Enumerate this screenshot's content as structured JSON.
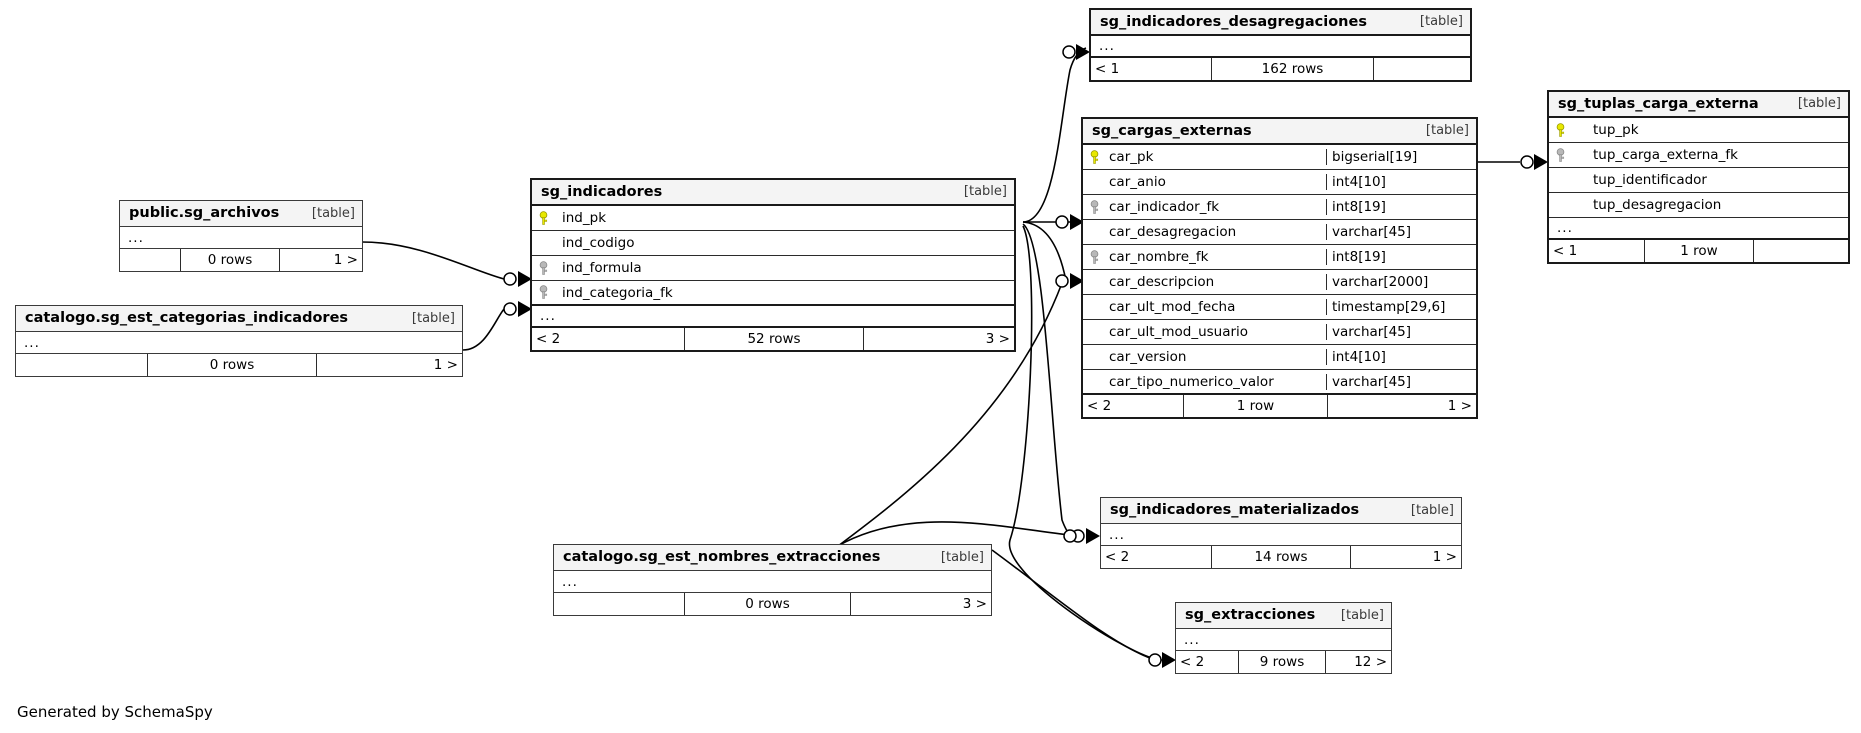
{
  "diagram": {
    "credit": "Generated by SchemaSpy",
    "table_tag": "[table]",
    "ellipsis": "...",
    "colors": {
      "pk_key": "#e8e800",
      "fk_key": "#b0b0b0",
      "header_bg": "#f4f4f4",
      "border": "#1a1a1a"
    }
  },
  "tables": {
    "sg_indicadores_desagregaciones": {
      "title": "sg_indicadores_desagregaciones",
      "tag": "[table]",
      "ellipsis": "...",
      "footer": {
        "left": "< 1",
        "middle": "162 rows",
        "right": ""
      }
    },
    "sg_cargas_externas": {
      "title": "sg_cargas_externas",
      "tag": "[table]",
      "columns": [
        {
          "key": "pk",
          "name": "car_pk",
          "type": "bigserial[19]"
        },
        {
          "key": "none",
          "name": "car_anio",
          "type": "int4[10]"
        },
        {
          "key": "fk",
          "name": "car_indicador_fk",
          "type": "int8[19]"
        },
        {
          "key": "none",
          "name": "car_desagregacion",
          "type": "varchar[45]"
        },
        {
          "key": "fk",
          "name": "car_nombre_fk",
          "type": "int8[19]"
        },
        {
          "key": "none",
          "name": "car_descripcion",
          "type": "varchar[2000]"
        },
        {
          "key": "none",
          "name": "car_ult_mod_fecha",
          "type": "timestamp[29,6]"
        },
        {
          "key": "none",
          "name": "car_ult_mod_usuario",
          "type": "varchar[45]"
        },
        {
          "key": "none",
          "name": "car_version",
          "type": "int4[10]"
        },
        {
          "key": "none",
          "name": "car_tipo_numerico_valor",
          "type": "varchar[45]"
        }
      ],
      "footer": {
        "left": "< 2",
        "middle": "1 row",
        "right": "1 >"
      }
    },
    "sg_tuplas_carga_externa": {
      "title": "sg_tuplas_carga_externa",
      "tag": "[table]",
      "columns": [
        {
          "key": "pk",
          "name": "tup_pk",
          "type": ""
        },
        {
          "key": "fk",
          "name": "tup_carga_externa_fk",
          "type": ""
        },
        {
          "key": "none",
          "name": "tup_identificador",
          "type": ""
        },
        {
          "key": "none",
          "name": "tup_desagregacion",
          "type": ""
        }
      ],
      "ellipsis": "...",
      "footer": {
        "left": "< 1",
        "middle": "1 row",
        "right": ""
      }
    },
    "sg_indicadores": {
      "title": "sg_indicadores",
      "tag": "[table]",
      "columns": [
        {
          "key": "pk",
          "name": "ind_pk",
          "type": ""
        },
        {
          "key": "none",
          "name": "ind_codigo",
          "type": ""
        },
        {
          "key": "fk",
          "name": "ind_formula",
          "type": ""
        },
        {
          "key": "fk",
          "name": "ind_categoria_fk",
          "type": ""
        }
      ],
      "ellipsis": "...",
      "footer": {
        "left": "< 2",
        "middle": "52 rows",
        "right": "3 >"
      }
    },
    "public_sg_archivos": {
      "title": "public.sg_archivos",
      "tag": "[table]",
      "ellipsis": "...",
      "footer": {
        "left": "",
        "middle": "0 rows",
        "right": "1 >"
      }
    },
    "catalogo_sg_est_categorias_indicadores": {
      "title": "catalogo.sg_est_categorias_indicadores",
      "tag": "[table]",
      "ellipsis": "...",
      "footer": {
        "left": "",
        "middle": "0 rows",
        "right": "1 >"
      }
    },
    "sg_indicadores_materializados": {
      "title": "sg_indicadores_materializados",
      "tag": "[table]",
      "ellipsis": "...",
      "footer": {
        "left": "< 2",
        "middle": "14 rows",
        "right": "1 >"
      }
    },
    "catalogo_sg_est_nombres_extracciones": {
      "title": "catalogo.sg_est_nombres_extracciones",
      "tag": "[table]",
      "ellipsis": "...",
      "footer": {
        "left": "",
        "middle": "0 rows",
        "right": "3 >"
      }
    },
    "sg_extracciones": {
      "title": "sg_extracciones",
      "tag": "[table]",
      "ellipsis": "...",
      "footer": {
        "left": "< 2",
        "middle": "9 rows",
        "right": "12 >"
      }
    }
  }
}
